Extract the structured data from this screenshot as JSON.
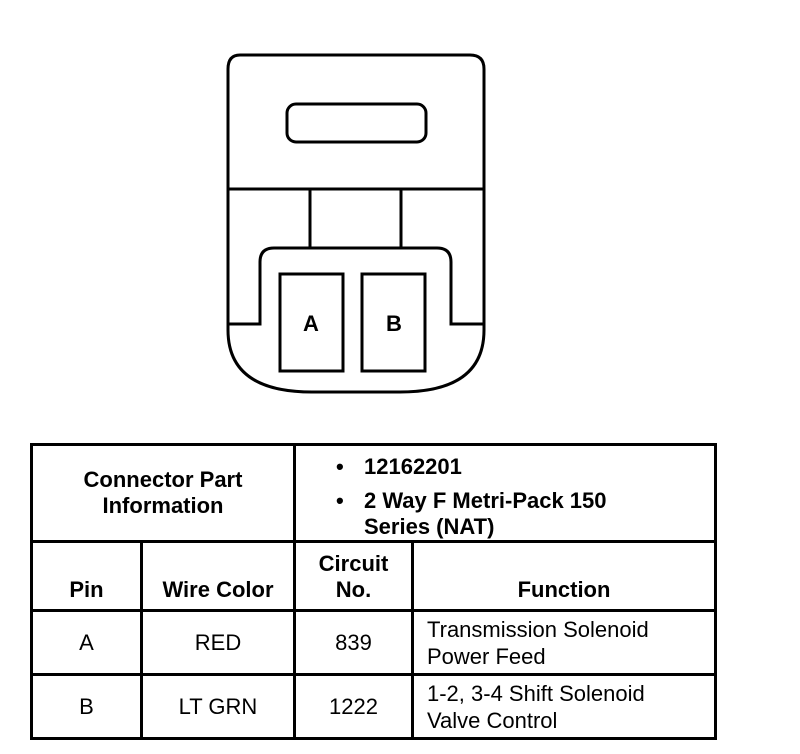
{
  "connector": {
    "pins": [
      {
        "label": "A"
      },
      {
        "label": "B"
      }
    ]
  },
  "table": {
    "part_info_label": "Connector Part Information",
    "part_info_items": [
      "12162201",
      "2 Way F Metri-Pack 150 Series (NAT)"
    ],
    "bullet": "•",
    "headers": {
      "pin": "Pin",
      "wire_color": "Wire Color",
      "circuit_no": "Circuit No.",
      "function": "Function"
    },
    "rows": [
      {
        "pin": "A",
        "wire_color": "RED",
        "circuit": "839",
        "function": "Transmission Solenoid Power Feed"
      },
      {
        "pin": "B",
        "wire_color": "LT GRN",
        "circuit": "1222",
        "function": "1-2, 3-4 Shift Solenoid Valve Control"
      }
    ]
  }
}
